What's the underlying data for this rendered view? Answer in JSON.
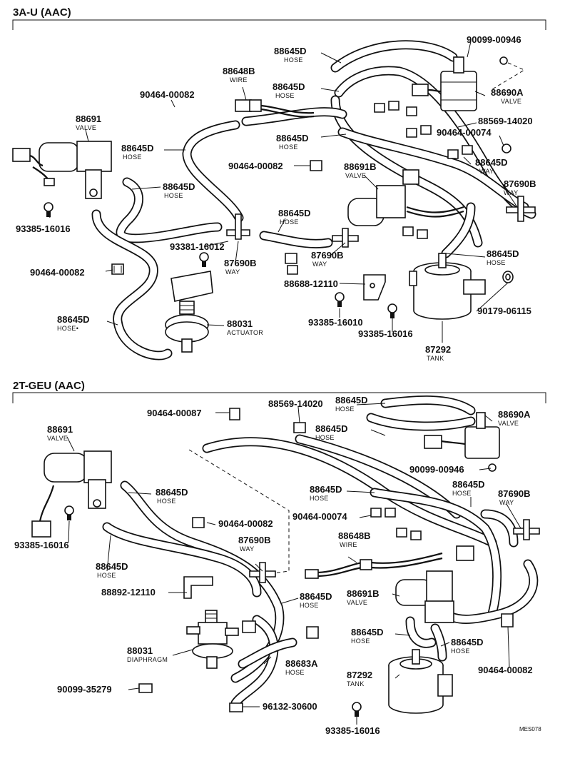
{
  "sections": {
    "top": "3A-U (AAC)",
    "bottom": "2T-GEU (AAC)"
  },
  "footer_code": "MES078",
  "top_labels": {
    "l1": {
      "num": "88645D",
      "name": "HOSE"
    },
    "l2": {
      "num": "90099-00946",
      "name": ""
    },
    "l3": {
      "num": "88648B",
      "name": "WIRE"
    },
    "l4": {
      "num": "88645D",
      "name": "HOSE"
    },
    "l5": {
      "num": "90464-00082",
      "name": ""
    },
    "l6": {
      "num": "88690A",
      "name": "VALVE"
    },
    "l7": {
      "num": "88691",
      "name": "VALVE"
    },
    "l8": {
      "num": "88569-14020",
      "name": ""
    },
    "l9": {
      "num": "88645D",
      "name": "HOSE"
    },
    "l10": {
      "num": "90464-00074",
      "name": ""
    },
    "l11": {
      "num": "88645D",
      "name": "HOSE"
    },
    "l12": {
      "num": "88645D",
      "name": "WAY"
    },
    "l13": {
      "num": "90464-00082",
      "name": ""
    },
    "l14": {
      "num": "88691B",
      "name": "VALVE"
    },
    "l15": {
      "num": "87690B",
      "name": "WAY"
    },
    "l16": {
      "num": "88645D",
      "name": "HOSE"
    },
    "l17": {
      "num": "93385-16016",
      "name": ""
    },
    "l18": {
      "num": "88645D",
      "name": "HOSE"
    },
    "l19": {
      "num": "93381-16012",
      "name": ""
    },
    "l20": {
      "num": "87690B",
      "name": "WAY"
    },
    "l21": {
      "num": "87690B",
      "name": "WAY"
    },
    "l22": {
      "num": "88645D",
      "name": "HOSE"
    },
    "l23": {
      "num": "90464-00082",
      "name": ""
    },
    "l24": {
      "num": "88688-12110",
      "name": ""
    },
    "l25": {
      "num": "90179-06115",
      "name": ""
    },
    "l26": {
      "num": "88031",
      "name": "ACTUATOR"
    },
    "l27": {
      "num": "88645D",
      "name": "HOSE•"
    },
    "l28": {
      "num": "93385-16010",
      "name": ""
    },
    "l29": {
      "num": "93385-16016",
      "name": ""
    },
    "l30": {
      "num": "87292",
      "name": "TANK"
    }
  },
  "bottom_labels": {
    "b1": {
      "num": "90464-00087",
      "name": ""
    },
    "b2": {
      "num": "88569-14020",
      "name": ""
    },
    "b3": {
      "num": "88645D",
      "name": "HOSE"
    },
    "b4": {
      "num": "88690A",
      "name": "VALVE"
    },
    "b5": {
      "num": "88691",
      "name": "VALVE"
    },
    "b6": {
      "num": "88645D",
      "name": "HOSE"
    },
    "b7": {
      "num": "90099-00946",
      "name": ""
    },
    "b8": {
      "num": "88645D",
      "name": "HOSE"
    },
    "b9": {
      "num": "88645D",
      "name": "HOSE"
    },
    "b10": {
      "num": "88645D",
      "name": "HOSE"
    },
    "b11": {
      "num": "87690B",
      "name": "WAY"
    },
    "b12": {
      "num": "90464-00082",
      "name": ""
    },
    "b13": {
      "num": "90464-00074",
      "name": ""
    },
    "b14": {
      "num": "93385-16016",
      "name": ""
    },
    "b15": {
      "num": "87690B",
      "name": "WAY"
    },
    "b16": {
      "num": "88648B",
      "name": "WIRE"
    },
    "b17": {
      "num": "88645D",
      "name": "HOSE"
    },
    "b18": {
      "num": "88892-12110",
      "name": ""
    },
    "b19": {
      "num": "88645D",
      "name": "HOSE"
    },
    "b20": {
      "num": "88691B",
      "name": "VALVE"
    },
    "b21": {
      "num": "88031",
      "name": "DIAPHRAGM"
    },
    "b22": {
      "num": "88645D",
      "name": "HOSE"
    },
    "b23": {
      "num": "88645D",
      "name": "HOSE"
    },
    "b24": {
      "num": "88683A",
      "name": "HOSE"
    },
    "b25": {
      "num": "87292",
      "name": "TANK"
    },
    "b26": {
      "num": "90464-00082",
      "name": ""
    },
    "b27": {
      "num": "90099-35279",
      "name": ""
    },
    "b28": {
      "num": "96132-30600",
      "name": ""
    },
    "b29": {
      "num": "93385-16016",
      "name": ""
    }
  }
}
